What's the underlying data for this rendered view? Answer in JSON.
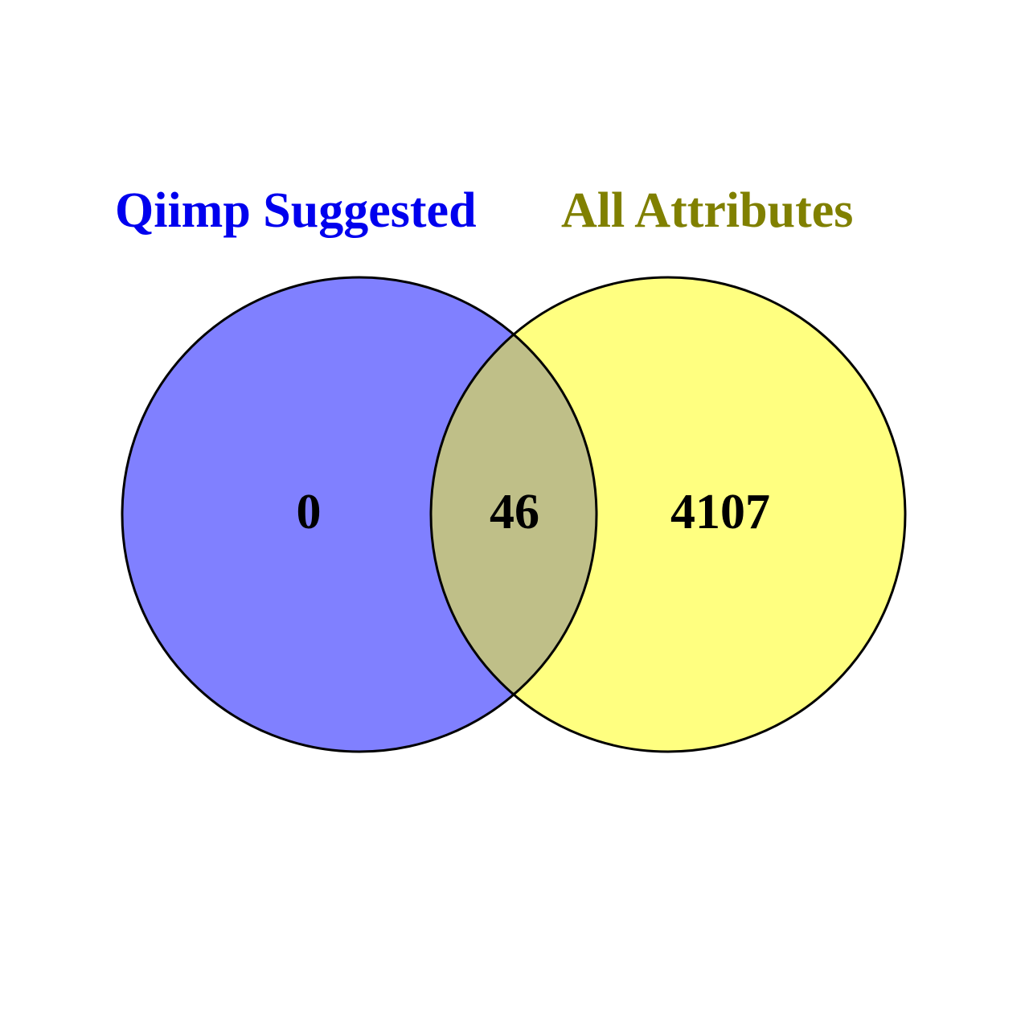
{
  "sets": [
    {
      "label": "Qiimp Suggested",
      "fill": "#8080ff",
      "label_color": "#0000ee"
    },
    {
      "label": "All Attributes",
      "fill": "#ffff80",
      "label_color": "#808000"
    }
  ],
  "overlap_fill": "#bfbf88",
  "outline_color": "#000000",
  "counts": {
    "left_only": "0",
    "both": "46",
    "right_only": "4107"
  }
}
